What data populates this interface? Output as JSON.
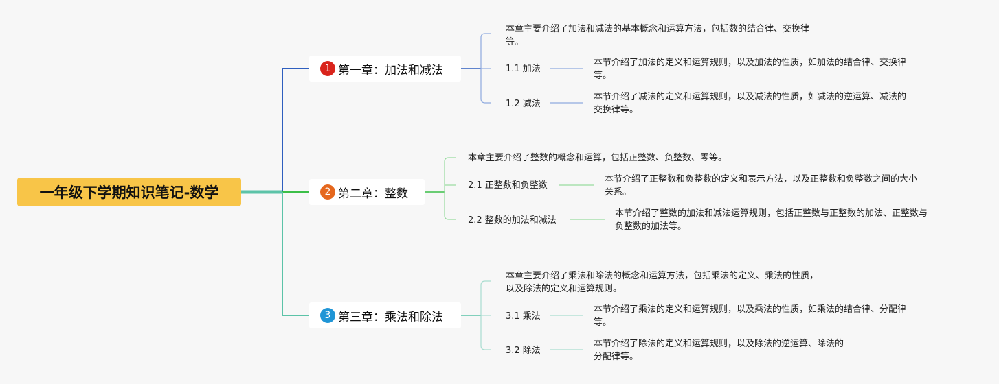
{
  "root": {
    "title": "一年级下学期知识笔记-数学"
  },
  "chapters": [
    {
      "number": "1",
      "badge_color": "#d9241c",
      "line_color": "#2f5fbf",
      "sub_line_color": "#8eaadf",
      "title": "第一章：加法和减法",
      "summary": [
        "本章主要介绍了加法和减法的基本概念和运算方法，包括数的结合律、交换律",
        "等。"
      ],
      "sections": [
        {
          "label": "1.1 加法",
          "desc": [
            "本节介绍了加法的定义和运算规则，以及加法的性质，如加法的结合律、交换律",
            "等。"
          ]
        },
        {
          "label": "1.2 减法",
          "desc": [
            "本节介绍了减法的定义和运算规则，以及减法的性质，如减法的逆运算、减法的",
            "交换律等。"
          ]
        }
      ]
    },
    {
      "number": "2",
      "badge_color": "#e5671d",
      "line_color": "#3cbf48",
      "sub_line_color": "#98dca0",
      "title": "第二章：整数",
      "summary": [
        "本章主要介绍了整数的概念和运算，包括正整数、负整数、零等。"
      ],
      "sections": [
        {
          "label": "2.1 正整数和负整数",
          "desc": [
            "本节介绍了正整数和负整数的定义和表示方法，以及正整数和负整数之间的大小",
            "关系。"
          ]
        },
        {
          "label": "2.2 整数的加法和减法",
          "desc": [
            "本节介绍了整数的加法和减法运算规则，包括正整数与正整数的加法、正整数与",
            "负整数的加法等。"
          ]
        }
      ]
    },
    {
      "number": "3",
      "badge_color": "#1f95d6",
      "line_color": "#5cc3a8",
      "sub_line_color": "#a9ddd0",
      "title": "第三章：乘法和除法",
      "summary": [
        "本章主要介绍了乘法和除法的概念和运算方法，包括乘法的定义、乘法的性质，",
        "以及除法的定义和运算规则。"
      ],
      "sections": [
        {
          "label": "3.1 乘法",
          "desc": [
            "本节介绍了乘法的定义和运算规则，以及乘法的性质，如乘法的结合律、分配律",
            "等。"
          ]
        },
        {
          "label": "3.2 除法",
          "desc": [
            "本节介绍了除法的定义和运算规则，以及除法的逆运算、除法的",
            "分配律等。"
          ]
        }
      ]
    }
  ]
}
